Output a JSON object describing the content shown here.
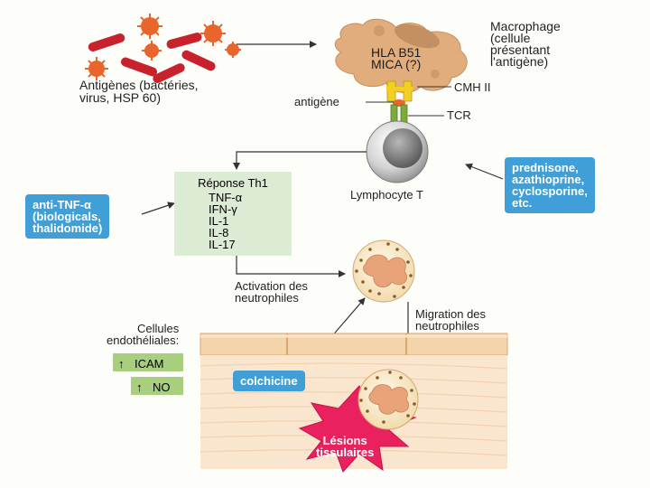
{
  "labels": {
    "antigens": "Antigènes (bactéries,\nvirus, HSP 60)",
    "macrophage_caption": "Macrophage\n(cellule\nprésentant\nl'antigène)",
    "macrophage_inner": "HLA B51\nMICA (?)",
    "cmh": "CMH II",
    "antigene": "antigène",
    "tcr": "TCR",
    "lymphocyte": "Lymphocyte T",
    "activation": "Activation des\nneutrophiles",
    "migration": "Migration des\nneutrophiles",
    "endothelial": "Cellules\nendothéliales:",
    "lesions": "Lésions\ntissulaires"
  },
  "boxes": {
    "anti_tnf": "anti-TNF-α\n(biologicals,\nthalidomide)",
    "immunosuppressants": "prednisone,\nazathioprine,\ncyclosporine,\netc.",
    "colchicine": "colchicine"
  },
  "th1": {
    "title": "Réponse Th1",
    "cytokines": [
      "TNF-α",
      "IFN-γ",
      "IL-1",
      "IL-8",
      "IL-17"
    ]
  },
  "endothelial_markers": [
    {
      "arrow": "↑",
      "label": "ICAM"
    },
    {
      "arrow": "↑",
      "label": "NO"
    }
  ],
  "colors": {
    "blue_box": "#3f9fd6",
    "th1_box": "#dcebd3",
    "marker_box": "#a8cf7e",
    "lesion": "#e9215f",
    "macrophage": "#e2ad7d",
    "tissue": "#f4d4ab"
  }
}
